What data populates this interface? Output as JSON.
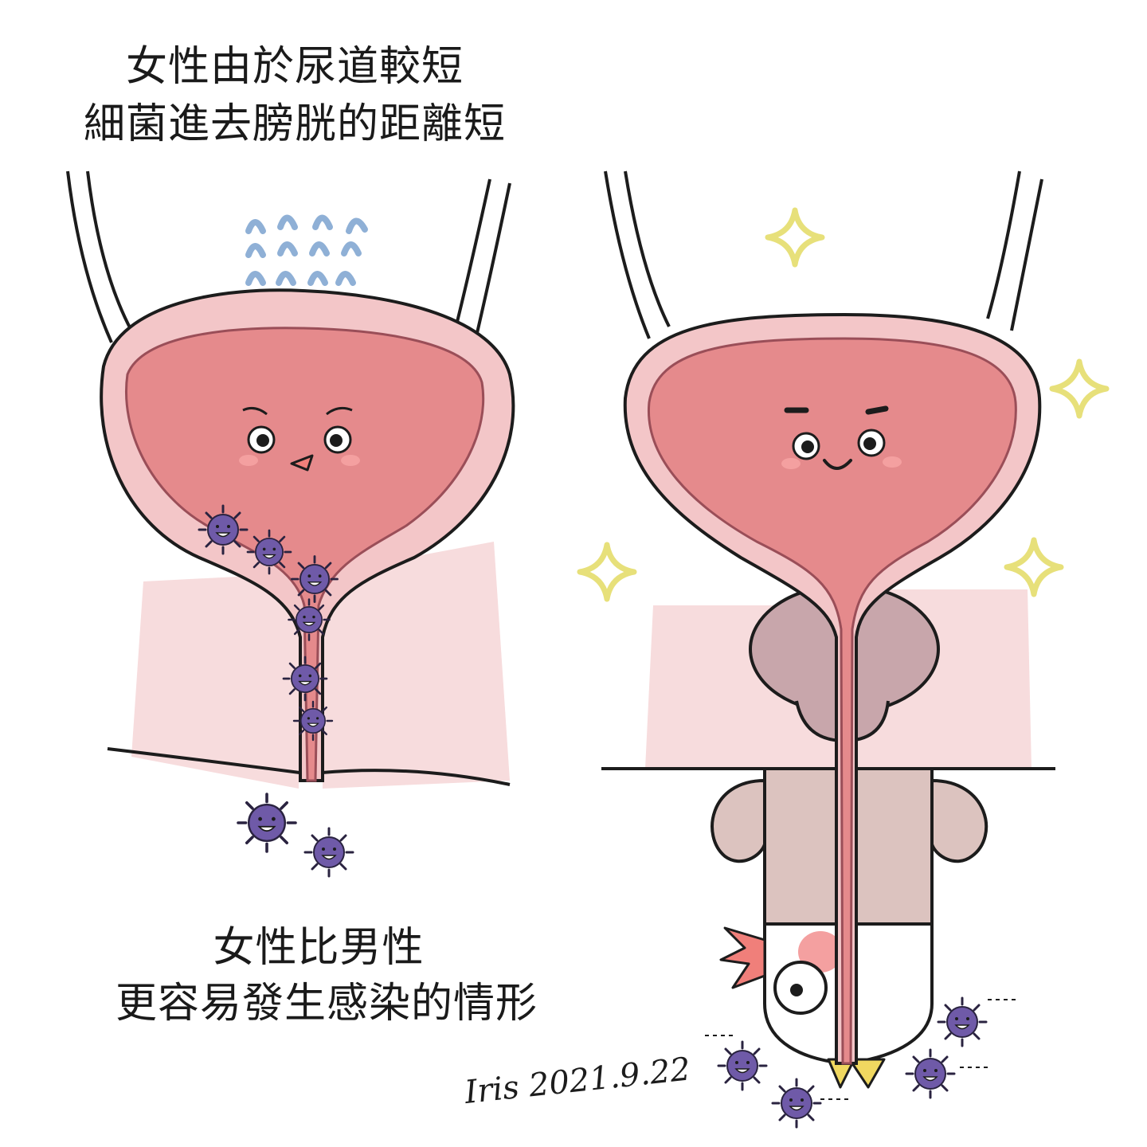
{
  "captions": {
    "top_line1": "女性由於尿道較短",
    "top_line2": "細菌進去膀胱的距離短",
    "bottom_line1": "女性比男性",
    "bottom_line2": "更容易發生感染的情形"
  },
  "signature": "Iris 2021.9.22",
  "colors": {
    "outline": "#1c1c1c",
    "bladder_wall": "#f3c6c8",
    "bladder_inner": "#e58a8c",
    "pelvic_tissue": "#f7dcdd",
    "prostate": "#c8a6ab",
    "penis_shaft": "#dcc3bf",
    "bacteria": "#6f5aa8",
    "sparkle": "#e7e07a",
    "sweat_drops": "#8fb0d6",
    "blush": "#f4a0a0"
  }
}
